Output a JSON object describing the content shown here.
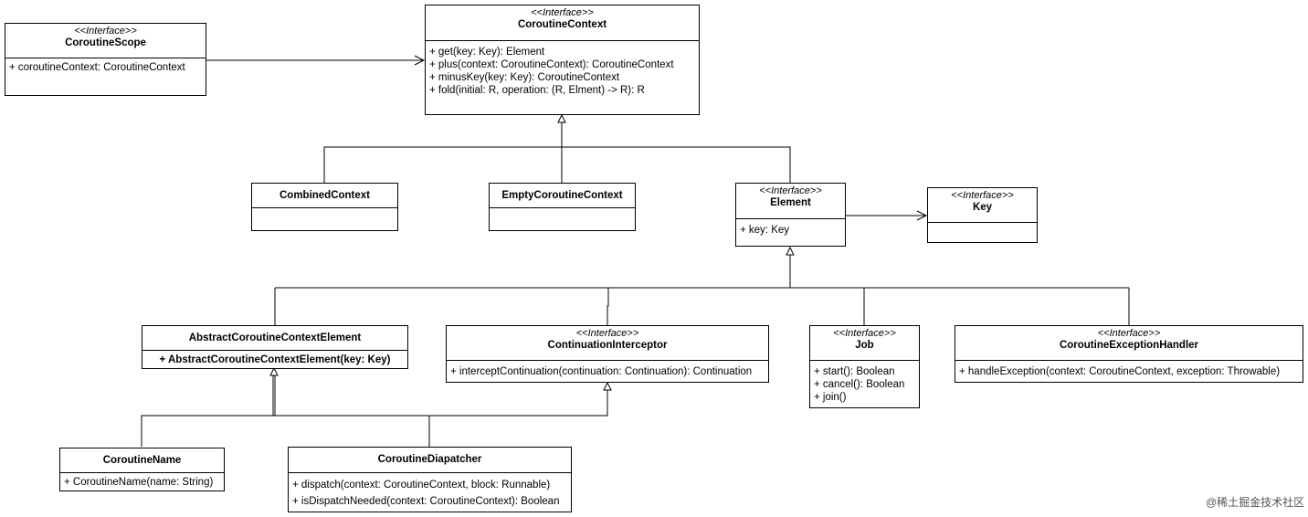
{
  "classes": {
    "coroutine_scope": {
      "stereotype": "<<Interface>>",
      "name": "CoroutineScope",
      "members": [
        "+ coroutineContext: CoroutineContext"
      ]
    },
    "coroutine_context": {
      "stereotype": "<<Interface>>",
      "name": "CoroutineContext",
      "members": [
        "+ get(key: Key): Element",
        "+ plus(context: CoroutineContext): CoroutineContext",
        "+ minusKey(key: Key): CoroutineContext",
        "+ fold(initial: R, operation: (R, Elment) -> R): R"
      ]
    },
    "combined_context": {
      "name": "CombinedContext"
    },
    "empty_coroutine_context": {
      "name": "EmptyCoroutineContext"
    },
    "element": {
      "stereotype": "<<Interface>>",
      "name": "Element",
      "members": [
        "+ key: Key"
      ]
    },
    "key": {
      "stereotype": "<<Interface>>",
      "name": "Key"
    },
    "abstract_coroutine_context_element": {
      "name": "AbstractCoroutineContextElement",
      "members": [
        "+ AbstractCoroutineContextElement(key: Key)"
      ]
    },
    "continuation_interceptor": {
      "stereotype": "<<Interface>>",
      "name": "ContinuationInterceptor",
      "members": [
        "+ interceptContinuation(continuation: Continuation): Continuation"
      ]
    },
    "job": {
      "stereotype": "<<Interface>>",
      "name": "Job",
      "members": [
        "+ start(): Boolean",
        "+ cancel(): Boolean",
        "+ join()"
      ]
    },
    "coroutine_exception_handler": {
      "stereotype": "<<Interface>>",
      "name": "CoroutineExceptionHandler",
      "members": [
        "+ handleException(context: CoroutineContext, exception: Throwable)"
      ]
    },
    "coroutine_name": {
      "name": "CoroutineName",
      "members": [
        "+ CoroutineName(name: String)"
      ]
    },
    "coroutine_dispatcher": {
      "name": "CoroutineDiapatcher",
      "members": [
        "+ dispatch(context: CoroutineContext, block: Runnable)",
        "+ isDispatchNeeded(context: CoroutineContext): Boolean"
      ]
    }
  },
  "watermark": "@稀土掘金技术社区"
}
